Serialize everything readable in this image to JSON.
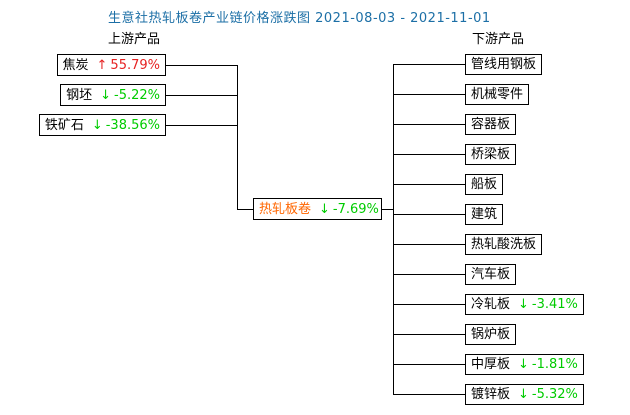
{
  "title": "生意社热轧板卷产业链价格涨跌图 2021-08-03 - 2021-11-01",
  "sections": {
    "upstream_label": "上游产品",
    "downstream_label": "下游产品"
  },
  "center_node": {
    "label": "热轧板卷",
    "arrow": "↓",
    "change": "-7.69%",
    "direction": "down"
  },
  "upstream_nodes": [
    {
      "label": "焦炭",
      "arrow": "↑",
      "change": "55.79%",
      "direction": "up"
    },
    {
      "label": "钢坯",
      "arrow": "↓",
      "change": "-5.22%",
      "direction": "down"
    },
    {
      "label": "铁矿石",
      "arrow": "↓",
      "change": "-38.56%",
      "direction": "down"
    }
  ],
  "downstream_nodes": [
    {
      "label": "管线用钢板"
    },
    {
      "label": "机械零件"
    },
    {
      "label": "容器板"
    },
    {
      "label": "桥梁板"
    },
    {
      "label": "船板"
    },
    {
      "label": "建筑"
    },
    {
      "label": "热轧酸洗板"
    },
    {
      "label": "汽车板"
    },
    {
      "label": "冷轧板",
      "arrow": "↓",
      "change": "-3.41%",
      "direction": "down"
    },
    {
      "label": "锅炉板"
    },
    {
      "label": "中厚板",
      "arrow": "↓",
      "change": "-1.81%",
      "direction": "down"
    },
    {
      "label": "镀锌板",
      "arrow": "↓",
      "change": "-5.32%",
      "direction": "down"
    }
  ],
  "colors": {
    "title": "#1c6fa6",
    "up": "#e62222",
    "down": "#00cc00",
    "center_label": "#ff6600",
    "line": "#000000"
  }
}
